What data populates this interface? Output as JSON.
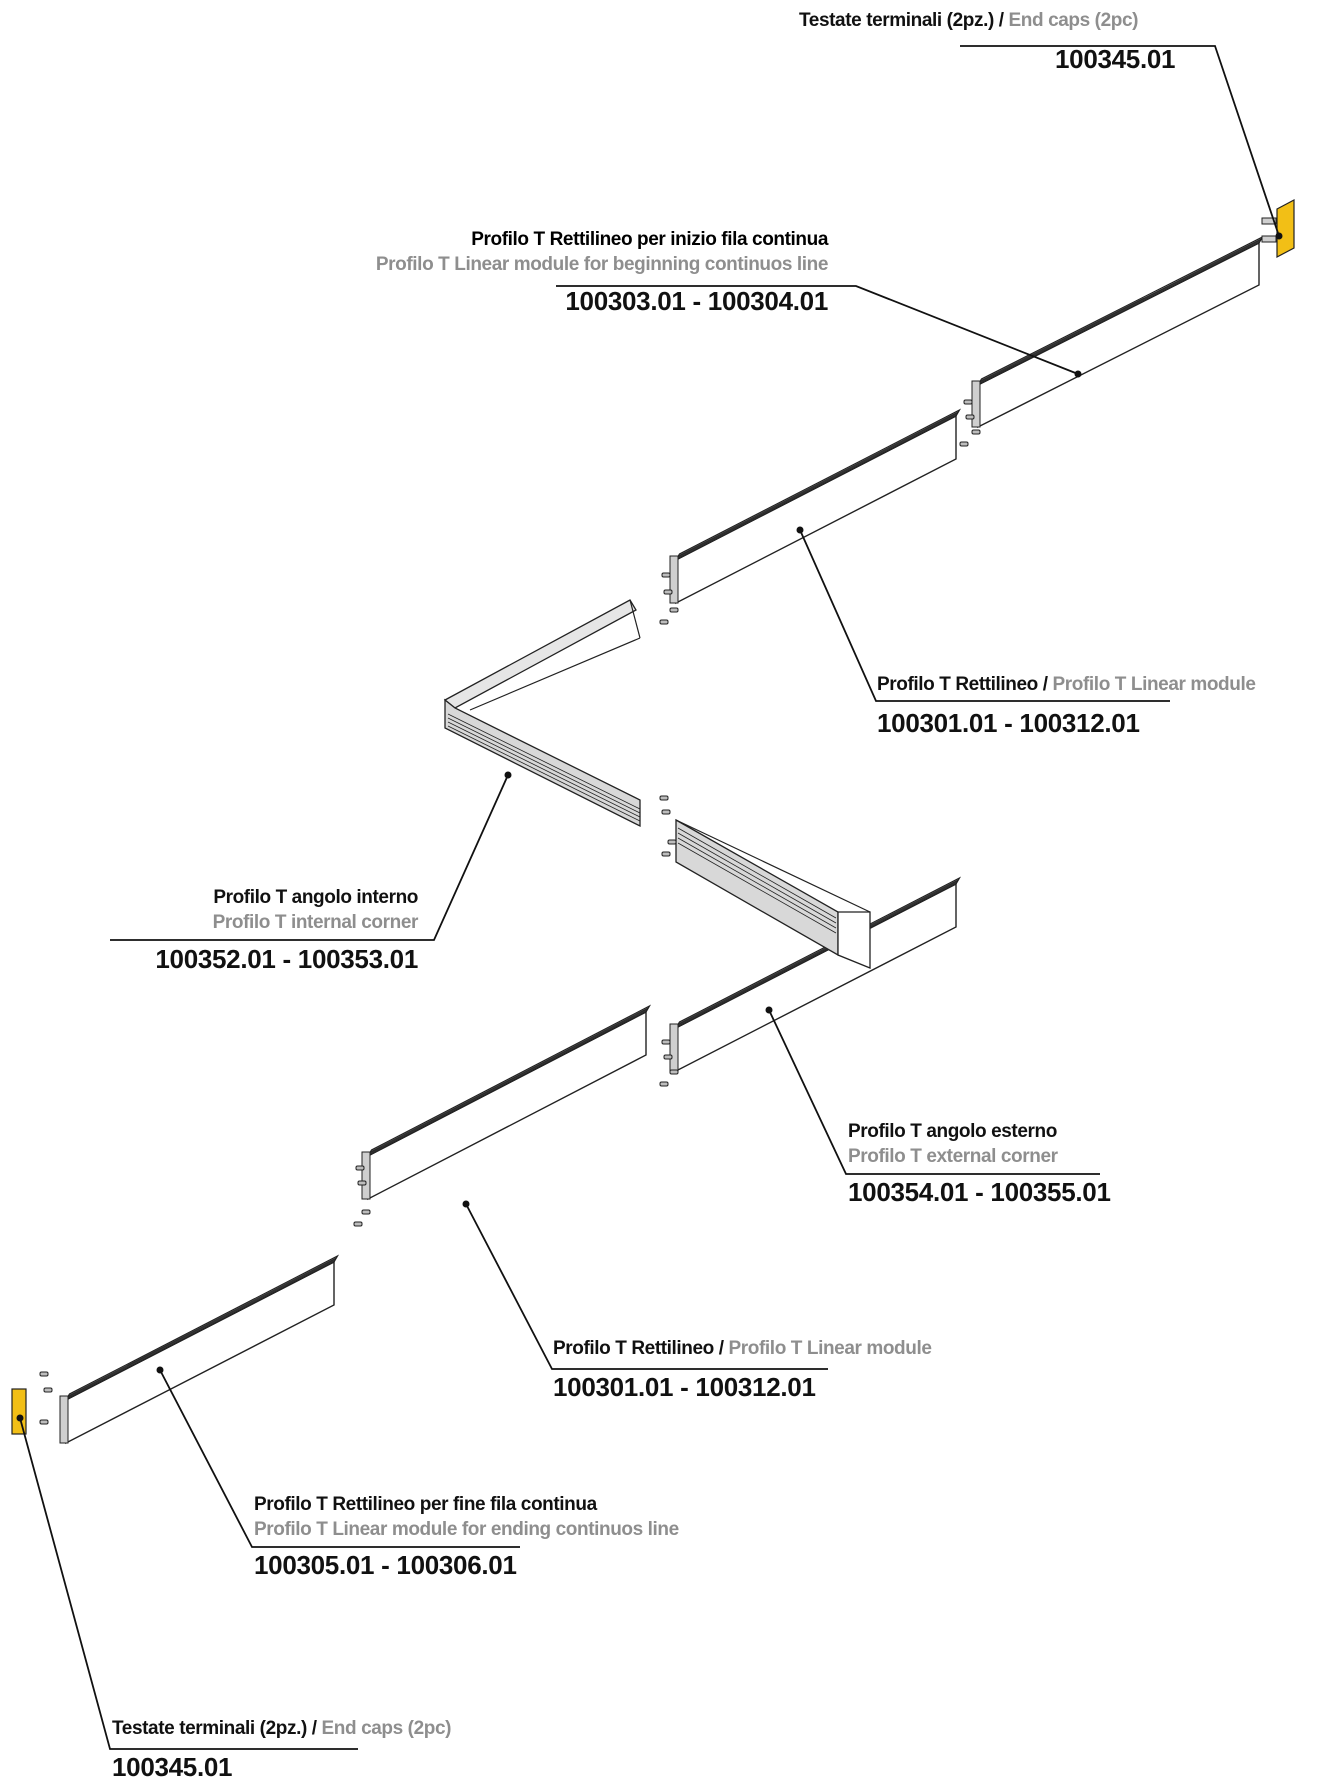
{
  "colors": {
    "profile_stroke": "#222222",
    "profile_face": "#ffffff",
    "end_cap": "#f2bf16",
    "secondary_text": "#8e8e8e",
    "primary_text": "#111111"
  },
  "callouts": {
    "endcap_top": {
      "it": "Testate terminali (2pz.) / ",
      "en": "End caps (2pc)",
      "code": "100345.01"
    },
    "beginning": {
      "it": "Profilo T Rettilineo per inizio fila continua",
      "en": "Profilo T Linear module for beginning continuos line",
      "code": "100303.01 - 100304.01"
    },
    "linear_upper": {
      "it": "Profilo T Rettilineo / ",
      "en": "Profilo T Linear module",
      "code": "100301.01 - 100312.01"
    },
    "internal_corner": {
      "it": "Profilo T angolo interno",
      "en": "Profilo T  internal corner",
      "code": "100352.01 - 100353.01"
    },
    "external_corner": {
      "it": "Profilo T angolo esterno",
      "en": "Profilo T external corner",
      "code": "100354.01 - 100355.01"
    },
    "linear_lower": {
      "it": "Profilo T Rettilineo / ",
      "en": " Profilo T Linear module",
      "code": "100301.01 - 100312.01"
    },
    "ending": {
      "it": "Profilo T Rettilineo per fine fila continua",
      "en": "Profilo T Linear module for ending continuos line",
      "code": "100305.01 - 100306.01"
    },
    "endcap_bottom": {
      "it": "Testate terminali (2pz.) / ",
      "en": "End caps (2pc)",
      "code": "100345.01"
    }
  }
}
